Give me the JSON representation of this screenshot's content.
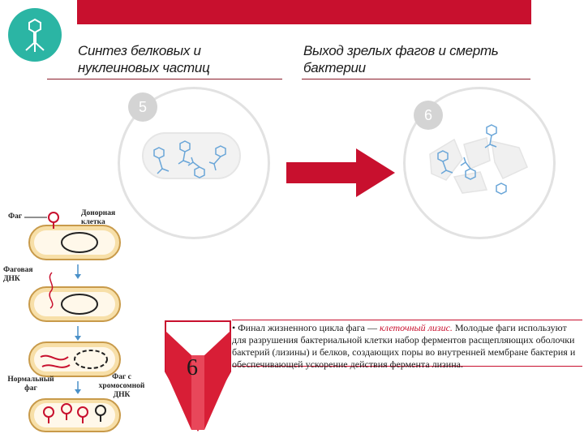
{
  "header": {
    "left_title": "Синтез белковых и нуклеиновых частиц",
    "right_title": "Выход зрелых фагов и смерть бактерии"
  },
  "colors": {
    "accent": "#c8102e",
    "logo": "#2bb5a4",
    "phage": "#4a90c8",
    "membrane": "#f0c070"
  },
  "icons": {
    "logo": "phage-icon",
    "arrow": "right-arrow-icon"
  },
  "steps": {
    "left_number": "5",
    "right_number": "6",
    "marker_number": "6"
  },
  "cell_diagram": {
    "labels": {
      "phage": "Фаг",
      "donor_cell": "Донорная клетка",
      "phage_dna": "Фаговая ДНК",
      "normal_phage": "Нормальный фаг",
      "chromosomal_phage": "Фаг с хромосомной ДНК"
    }
  },
  "description": {
    "bullet": "•",
    "text_before": "Финал жизненного цикла фага —",
    "term": "клеточный лизис.",
    "text_after": "Молодые фаги используют для разрушения бактериальной клетки набор ферментов расщепляющих оболочки бактерий (лизины) и белков, создающих поры во внутренней мембране бактерия и обеспечивающей ускорение действия фермента лизина."
  }
}
